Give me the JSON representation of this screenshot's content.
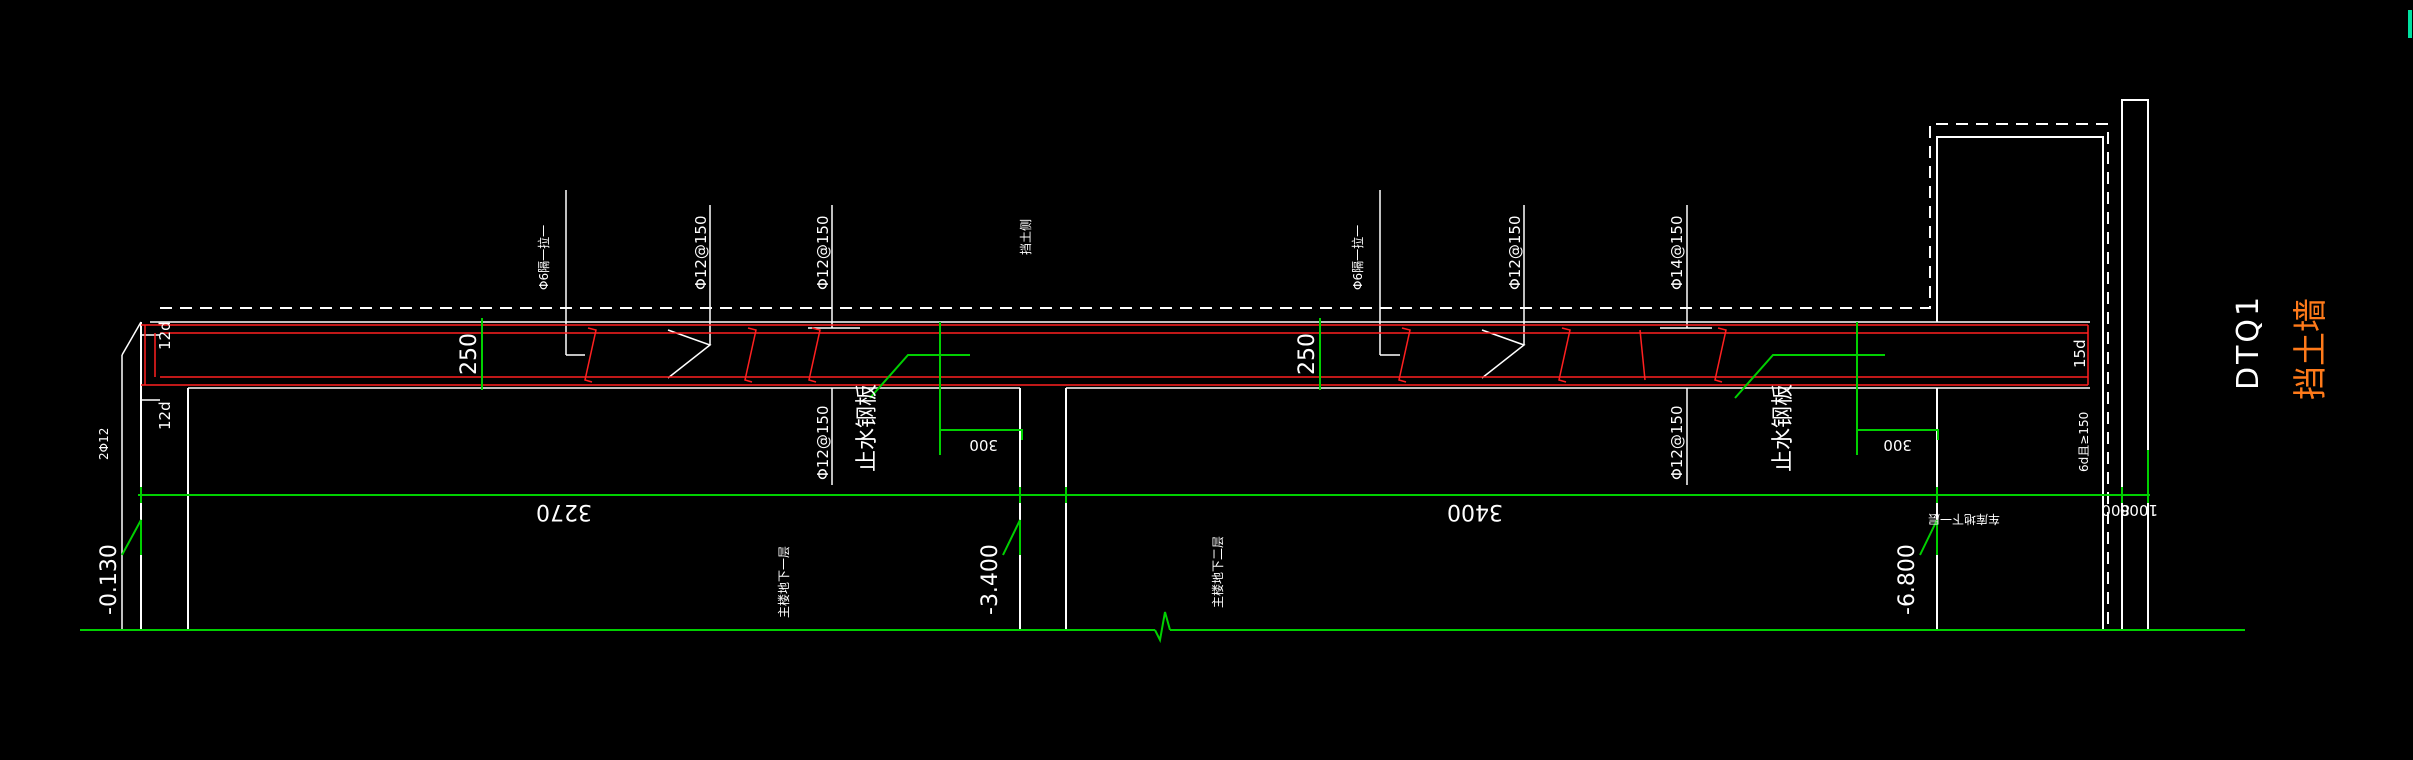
{
  "drawing": {
    "labels": {
      "hook_spacing_1": "Φ6隔一拉一",
      "top_bar_1": "Φ12@150",
      "top_bar_2": "Φ12@150",
      "soil_side": "挡土侧",
      "hook_spacing_2": "Φ6隔一拉一",
      "top_bar_3": "Φ12@150",
      "top_bar_4": "Φ14@150",
      "bottom_bar_1": "Φ12@150",
      "waterstop_1": "止水钢板",
      "bottom_bar_2": "Φ12@150",
      "waterstop_2": "止水钢板",
      "anchor_top_left": "12d",
      "anchor_bottom_left": "12d",
      "anchor_right": "15d",
      "anchor_right_bottom": "6d且≥150",
      "corner_bars": "2Φ12",
      "thickness_1": "250",
      "thickness_2": "250",
      "stop_offset_1": "300",
      "stop_offset_2": "300",
      "span_1": "3270",
      "span_2": "3400",
      "span_3": "800",
      "span_4": "1000",
      "storey_1": "主楼地下一层",
      "storey_2": "主楼地下二层",
      "note_right": "车库地下一层",
      "level_1": "-0.130",
      "level_2": "-3.400",
      "level_3": "-6.800",
      "drawing_id": "DTQ1",
      "title_red": "挡土墙"
    }
  }
}
